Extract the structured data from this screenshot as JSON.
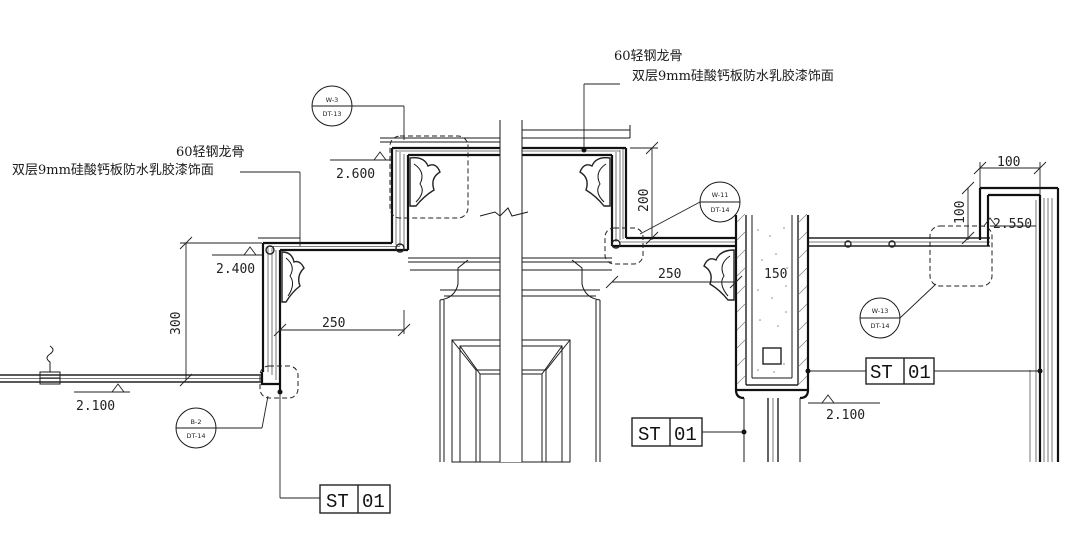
{
  "notes": {
    "top_right_line1": "60轻钢龙骨",
    "top_right_line2": "双层9mm硅酸钙板防水乳胶漆饰面",
    "left_line1": "60轻钢龙骨",
    "left_line2": "双层9mm硅酸钙板防水乳胶漆饰面"
  },
  "levels": {
    "l2600": "2.600",
    "l2400": "2.400",
    "l2100_left": "2.100",
    "l2100_right": "2.100",
    "l2550": "2.550"
  },
  "dimensions": {
    "d300": "300",
    "d250_left": "250",
    "d250_right": "250",
    "d200": "200",
    "d150": "150",
    "d100_top": "100",
    "d100_vert": "100"
  },
  "tags": {
    "w3": {
      "top": "W-3",
      "bottom": "DT-13"
    },
    "w11": {
      "top": "W-11",
      "bottom": "DT-14"
    },
    "w13": {
      "top": "W-13",
      "bottom": "DT-14"
    },
    "b2": {
      "top": "B-2",
      "bottom": "DT-14"
    }
  },
  "materials": {
    "st_left": {
      "code": "ST",
      "num": "01"
    },
    "st_center": {
      "code": "ST",
      "num": "01"
    },
    "st_right": {
      "code": "ST",
      "num": "01"
    }
  }
}
